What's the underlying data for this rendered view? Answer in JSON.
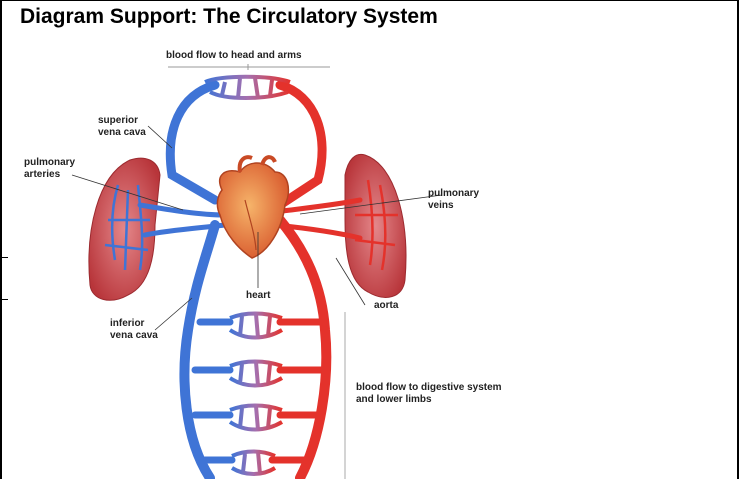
{
  "title": "Diagram Support: The Circulatory System",
  "labels": {
    "top_flow": "blood flow to head and arms",
    "superior_vena_cava": [
      "superior",
      "vena cava"
    ],
    "pulmonary_arteries": [
      "pulmonary",
      "arteries"
    ],
    "pulmonary_veins": [
      "pulmonary",
      "veins"
    ],
    "heart": "heart",
    "aorta": "aorta",
    "inferior_vena_cava": [
      "inferior",
      "vena cava"
    ],
    "lower_flow": [
      "blood flow to digestive system",
      "and lower limbs"
    ]
  },
  "colors": {
    "vein_blue": "#3f74d6",
    "artery_red": "#e4322b",
    "lung_fill": "#c9474a",
    "heart_fill": "#e8873a",
    "capillary_mix": "#a56fae"
  }
}
